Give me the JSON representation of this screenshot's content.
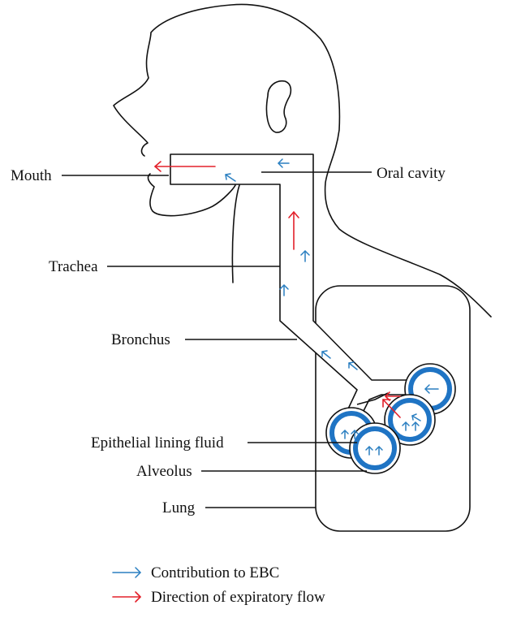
{
  "labels": {
    "mouth": "Mouth",
    "oral_cavity": "Oral cavity",
    "trachea": "Trachea",
    "bronchus": "Bronchus",
    "epithelial_lining_fluid": "Epithelial lining fluid",
    "alveolus": "Alveolus",
    "lung": "Lung"
  },
  "legend": {
    "contribution": "Contribution to EBC",
    "expiratory": "Direction of expiratory flow"
  },
  "colors": {
    "contribution_arrow": "#2a7fc1",
    "expiratory_arrow": "#e3202a",
    "fluid_ring": "#1f74c4",
    "outline": "#111111"
  }
}
